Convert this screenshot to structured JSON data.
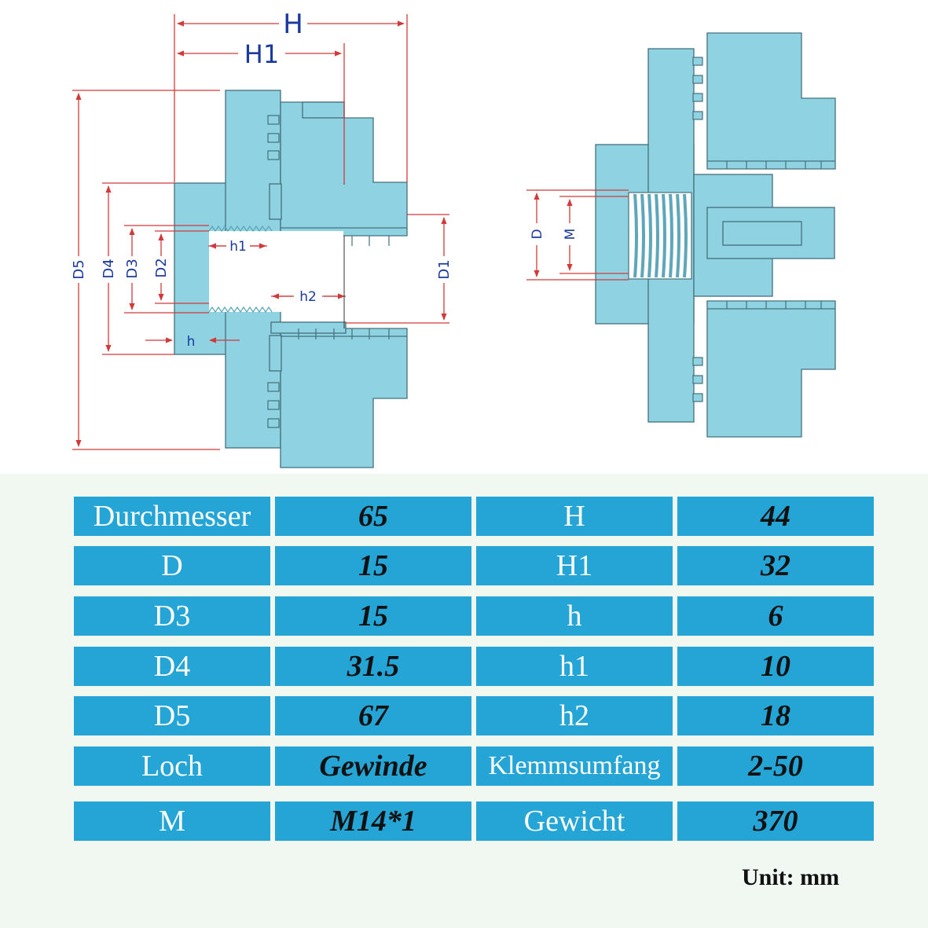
{
  "labels": {
    "H": "H",
    "H1": "H1",
    "h1": "h1",
    "h2": "h2",
    "h": "h",
    "D1": "D1",
    "D2": "D2",
    "D3": "D3",
    "D4": "D4",
    "D5": "D5",
    "D": "D",
    "M": "M"
  },
  "colors": {
    "part": "#8fd3e2",
    "dim": "#d23a3a",
    "table": "#24a5d6",
    "thread": "#5ea6ba"
  },
  "table": {
    "rows": [
      {
        "k1": "Durchmesser",
        "v1": "65",
        "k2": "H",
        "v2": "44"
      },
      {
        "k1": "D",
        "v1": "15",
        "k2": "H1",
        "v2": "32"
      },
      {
        "k1": "D3",
        "v1": "15",
        "k2": "h",
        "v2": "6"
      },
      {
        "k1": "D4",
        "v1": "31.5",
        "k2": "h1",
        "v2": "10"
      },
      {
        "k1": "D5",
        "v1": "67",
        "k2": "h2",
        "v2": "18"
      },
      {
        "k1": "Loch",
        "v1": "Gewinde",
        "k2": "Klemmsumfang",
        "v2": "2-50"
      },
      {
        "k1": "M",
        "v1": "M14*1",
        "k2": "Gewicht",
        "v2": "370"
      }
    ]
  },
  "unit": "Unit: mm"
}
